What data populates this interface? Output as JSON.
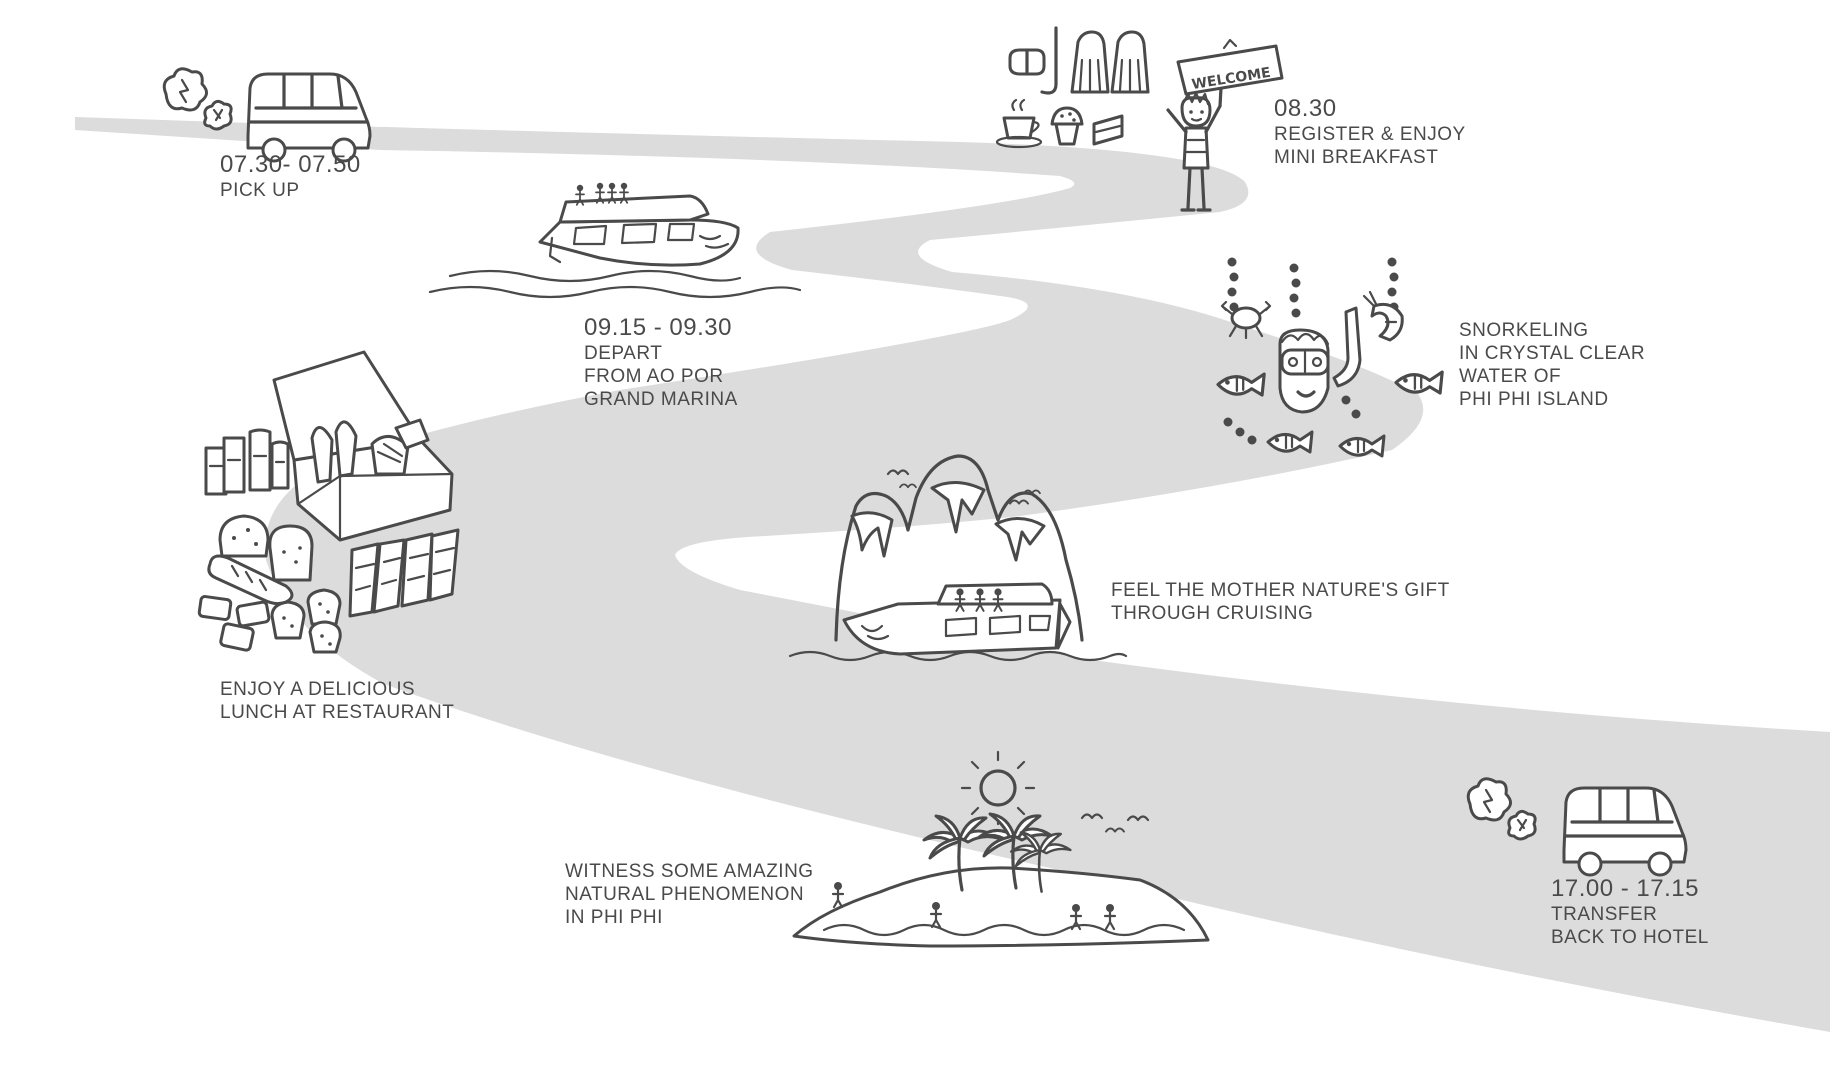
{
  "colors": {
    "road": "#dcdcdd",
    "ink": "#4a4a4a",
    "background": "#ffffff"
  },
  "steps": [
    {
      "id": "pickup",
      "time": "07.30- 07.50",
      "lines": [
        "PICK UP"
      ],
      "icon": "van-icon"
    },
    {
      "id": "register",
      "time": "08.30",
      "lines": [
        "REGISTER & ENJOY",
        "MINI BREAKFAST"
      ],
      "icon": "welcome-snorkel-breakfast-icon",
      "sign_text": "WELCOME"
    },
    {
      "id": "depart",
      "time": "09.15 - 09.30",
      "lines": [
        "DEPART",
        "FROM AO POR",
        "GRAND MARINA"
      ],
      "icon": "speedboat-icon"
    },
    {
      "id": "snorkel",
      "time": "",
      "lines": [
        "SNORKELING",
        "IN CRYSTAL CLEAR",
        "WATER OF",
        "PHI PHI ISLAND"
      ],
      "icon": "snorkeler-fish-icon"
    },
    {
      "id": "lunch",
      "time": "",
      "lines": [
        "ENJOY A DELICIOUS",
        "LUNCH AT RESTAURANT"
      ],
      "icon": "lunch-food-icon"
    },
    {
      "id": "cruise",
      "time": "",
      "lines": [
        "FEEL THE MOTHER NATURE'S GIFT",
        "THROUGH CRUISING"
      ],
      "icon": "cliffs-cruise-boat-icon"
    },
    {
      "id": "phenomenon",
      "time": "",
      "lines": [
        "WITNESS SOME AMAZING",
        "NATURAL PHENOMENON",
        "IN PHI PHI"
      ],
      "icon": "island-palm-sun-icon"
    },
    {
      "id": "transfer",
      "time": "17.00 - 17.15",
      "lines": [
        "TRANSFER",
        "BACK TO HOTEL"
      ],
      "icon": "van-icon"
    }
  ]
}
